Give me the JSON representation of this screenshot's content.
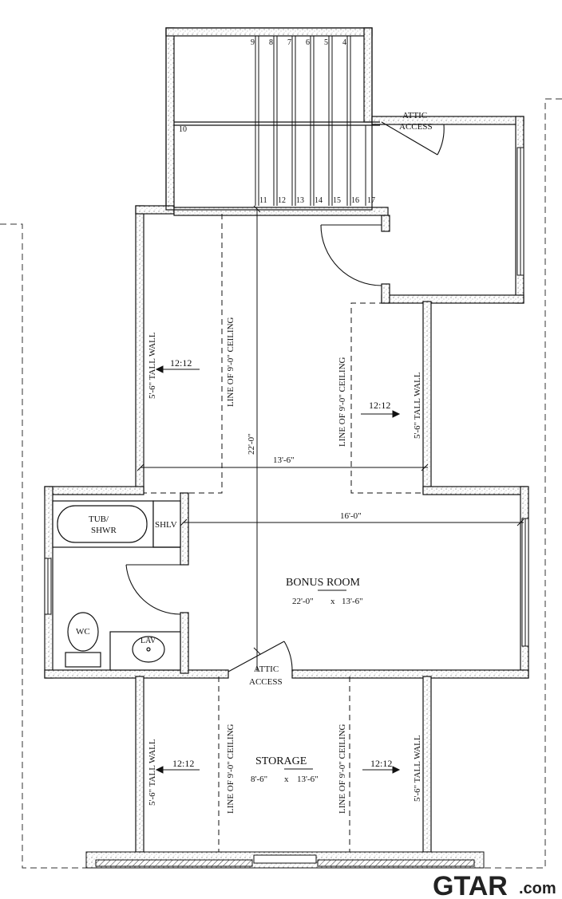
{
  "plan": {
    "stair_numbers": [
      "9",
      "8",
      "7",
      "6",
      "5",
      "4",
      "10",
      "11",
      "12",
      "13",
      "14",
      "15",
      "16",
      "17"
    ],
    "attic_access_top": [
      "ATTIC",
      "ACCESS"
    ],
    "attic_access_bottom": [
      "ATTIC",
      "ACCESS"
    ],
    "tall_wall_label": "5'-6\" TALL WALL",
    "ceiling_line_label": "LINE OF 9'-0\" CEILING",
    "pitch_label": "12:12",
    "dim_upper_width": "13'-6\"",
    "dim_upper_height": "22'-0\"",
    "dim_bonus_width": "16'-0\"",
    "bonus_room": {
      "name": "BONUS ROOM",
      "size_w": "22'-0\"",
      "size_x": "x",
      "size_h": "13'-6\""
    },
    "storage": {
      "name": "STORAGE",
      "size_w": "8'-6\"",
      "size_x": "x",
      "size_h": "13'-6\""
    },
    "tub": [
      "TUB/",
      "SHWR"
    ],
    "shelves": "SHLV",
    "wc": "WC",
    "lav": "LAV"
  },
  "logo": {
    "text": "GTAR",
    "suffix": ".com"
  },
  "colors": {
    "line": "#111111",
    "wall_fill": "#ffffff",
    "stipple": "#555555"
  }
}
